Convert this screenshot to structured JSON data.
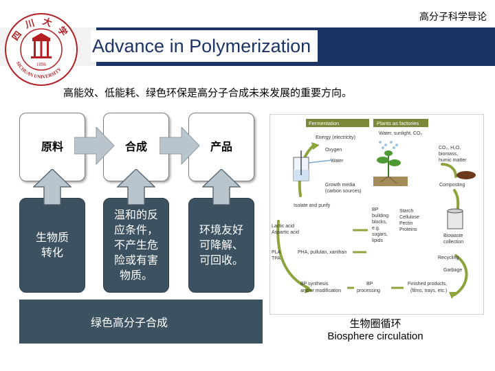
{
  "header": {
    "course_title": "高分子科学导论",
    "slide_title": "Advance in Polymerization"
  },
  "logo": {
    "name": "sichuan-university-seal",
    "text_top": "四川大学",
    "text_bottom": "SICHUAN UNIVERSITY",
    "year": "1896"
  },
  "intro": "高能效、低能耗、绿色环保是高分子合成未来发展的重要方向。",
  "diagram": {
    "top_boxes": [
      "原料",
      "合成",
      "产品"
    ],
    "bottom_boxes": [
      "生物质\n转化",
      "温和的反\n应条件，\n不产生危\n险或有害\n物质。",
      "环境友好\n可降解、\n可回收。"
    ],
    "footer": "绿色高分子合成"
  },
  "figure": {
    "headers": [
      "Fermentation",
      "Plants as factories"
    ],
    "labels": {
      "energy": "Energy (electricity)",
      "oxygen": "Oxygen",
      "water": "Water",
      "water_sun": "Water, sunlight, CO₂",
      "growth": "Growth media",
      "carbon": "(carbon sources)",
      "co2": "CO₂, H₂O,",
      "biomass": "biomass,",
      "humic": "humic matter",
      "composting": "Composting",
      "isolate": "Isolate and purify",
      "bp": "BP",
      "building": "building",
      "blocks": "blocks,",
      "eg": "e.g.",
      "sugars": "sugars,",
      "lipids": "lipids",
      "starch": "Starch",
      "cellulose": "Cellulose",
      "pectin": "Pectin",
      "proteins": "Proteins",
      "lactic": "Lactic acid",
      "aspartic": "Aspartic acid",
      "pla": "PLA",
      "tpa": "TPA",
      "pha": "PHA, pullulan, xanthan",
      "biowaste": "Biowaste",
      "collection": "collection",
      "recycling": "Recycling",
      "garbage": "Garbage",
      "bp_synth": "BP synthesis",
      "modif": "and/or modification",
      "bp2": "BP",
      "processing": "processing",
      "finished": "Finished products,",
      "films": "(films, trays, etc.)"
    }
  },
  "caption": {
    "cn": "生物圈循环",
    "en": "Biosphere circulation"
  },
  "colors": {
    "header_band": "#1c3464",
    "dark_box": "#3d5260",
    "arrow": "#b9c4cd",
    "figure_header": "#7a8a3a",
    "cycle_arrow": "#8da33c",
    "seal_red": "#b41e23"
  }
}
